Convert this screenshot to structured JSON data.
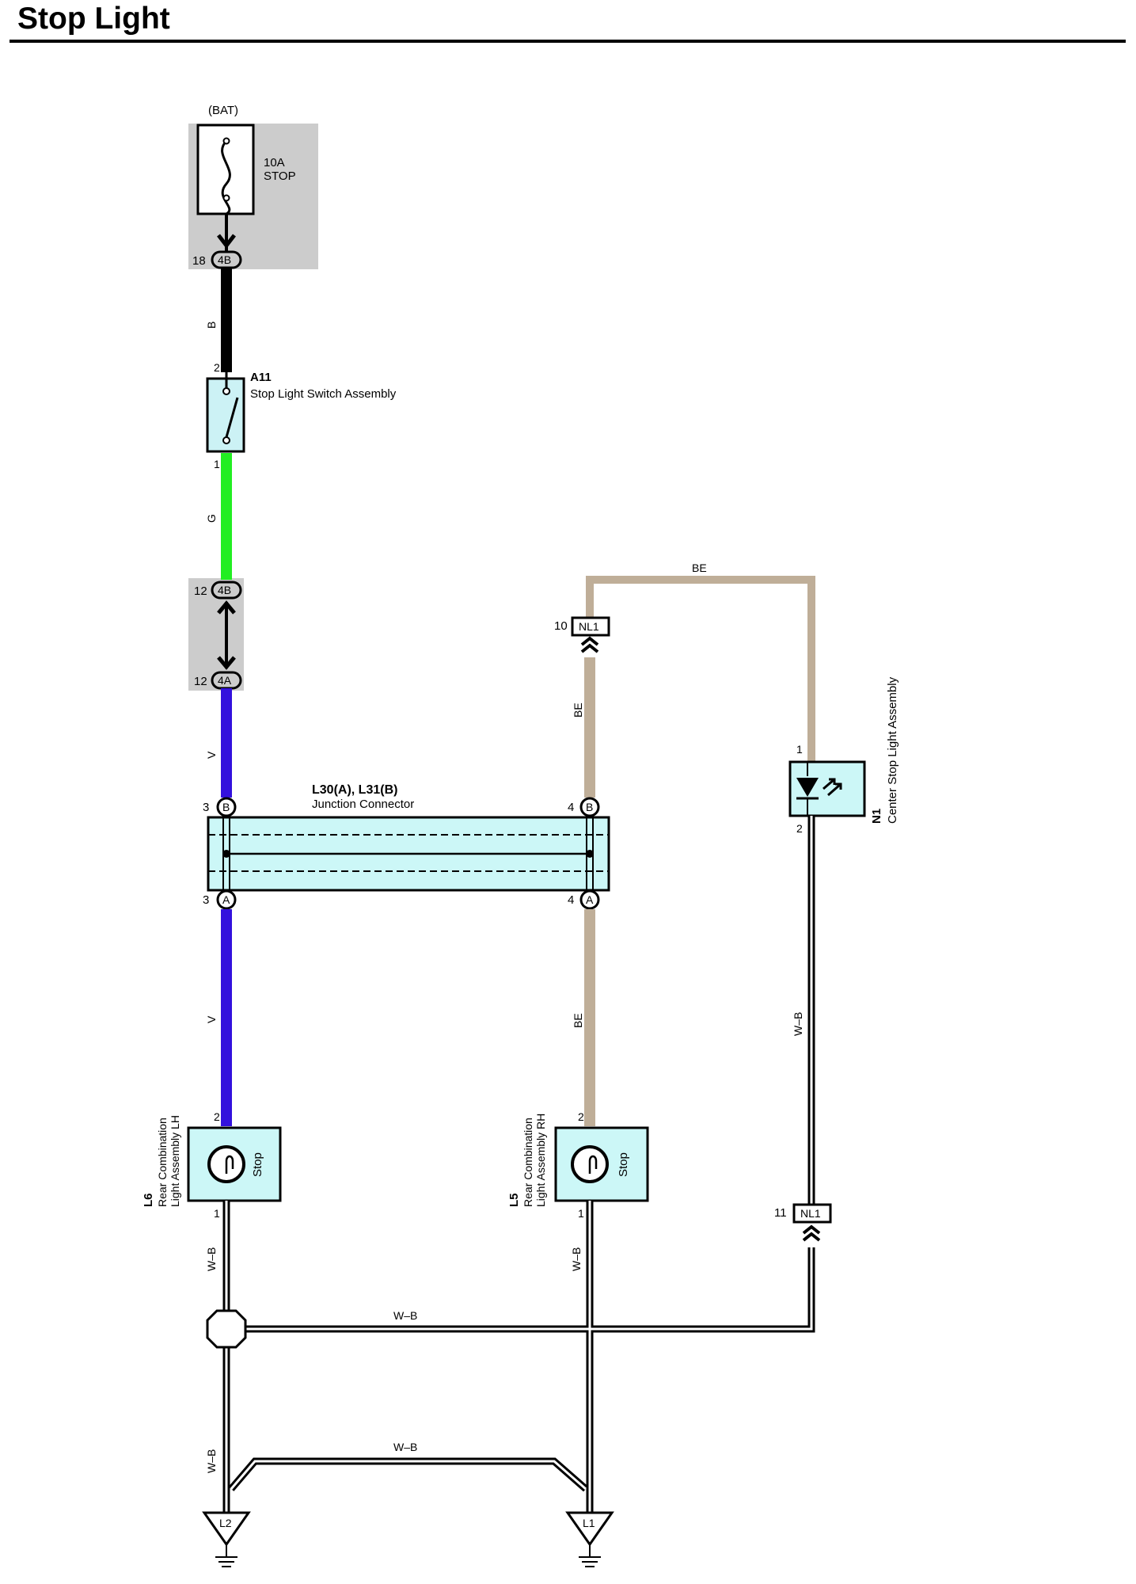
{
  "title": "Stop Light",
  "fuse": {
    "source": "(BAT)",
    "rating": "10A",
    "name": "STOP"
  },
  "switch": {
    "id": "A11",
    "name": "Stop Light Switch Assembly"
  },
  "junction": {
    "id": "L30(A), L31(B)",
    "name": "Junction Connector"
  },
  "center_light": {
    "id": "N1",
    "name": "Center Stop Light Assembly"
  },
  "rear_lh": {
    "id": "L6",
    "line1": "Rear Combination",
    "line2": "Light Assembly LH",
    "bulb": "Stop"
  },
  "rear_rh": {
    "id": "L5",
    "line1": "Rear Combination",
    "line2": "Light Assembly RH",
    "bulb": "Stop"
  },
  "connectors": {
    "c4b_top": "4B",
    "c4b_mid": "4B",
    "c4a_mid": "4A",
    "jb_left": "B",
    "jb_right": "B",
    "ja_left": "A",
    "ja_right": "A",
    "nl1_top": "NL1",
    "nl1_bottom": "NL1"
  },
  "pins": {
    "p18": "18",
    "a11_in": "2",
    "a11_out": "1",
    "p12a": "12",
    "p12b": "12",
    "jb_left": "3",
    "jb_right": "4",
    "ja_left": "3",
    "ja_right": "4",
    "nl1_top": "10",
    "nl1_bottom": "11",
    "n1_in": "1",
    "n1_out": "2",
    "l6_in": "2",
    "l6_out": "1",
    "l5_in": "2",
    "l5_out": "1"
  },
  "wires": {
    "b": "B",
    "g": "G",
    "v_upper": "V",
    "v_lower": "V",
    "be_top": "BE",
    "be_upper": "BE",
    "be_lower": "BE",
    "wb_right": "W–B",
    "wb_lh": "W–B",
    "wb_rh": "W–B",
    "wb_mid": "W–B",
    "wb_lower": "W–B",
    "wb_bottom": "W–B"
  },
  "wire_colors": {
    "B": "#000000",
    "G": "#22ee22",
    "V": "#3311dd",
    "BE": "#bfae98",
    "W-B": "#000000"
  },
  "grounds": {
    "left": "L2",
    "right": "L1"
  }
}
